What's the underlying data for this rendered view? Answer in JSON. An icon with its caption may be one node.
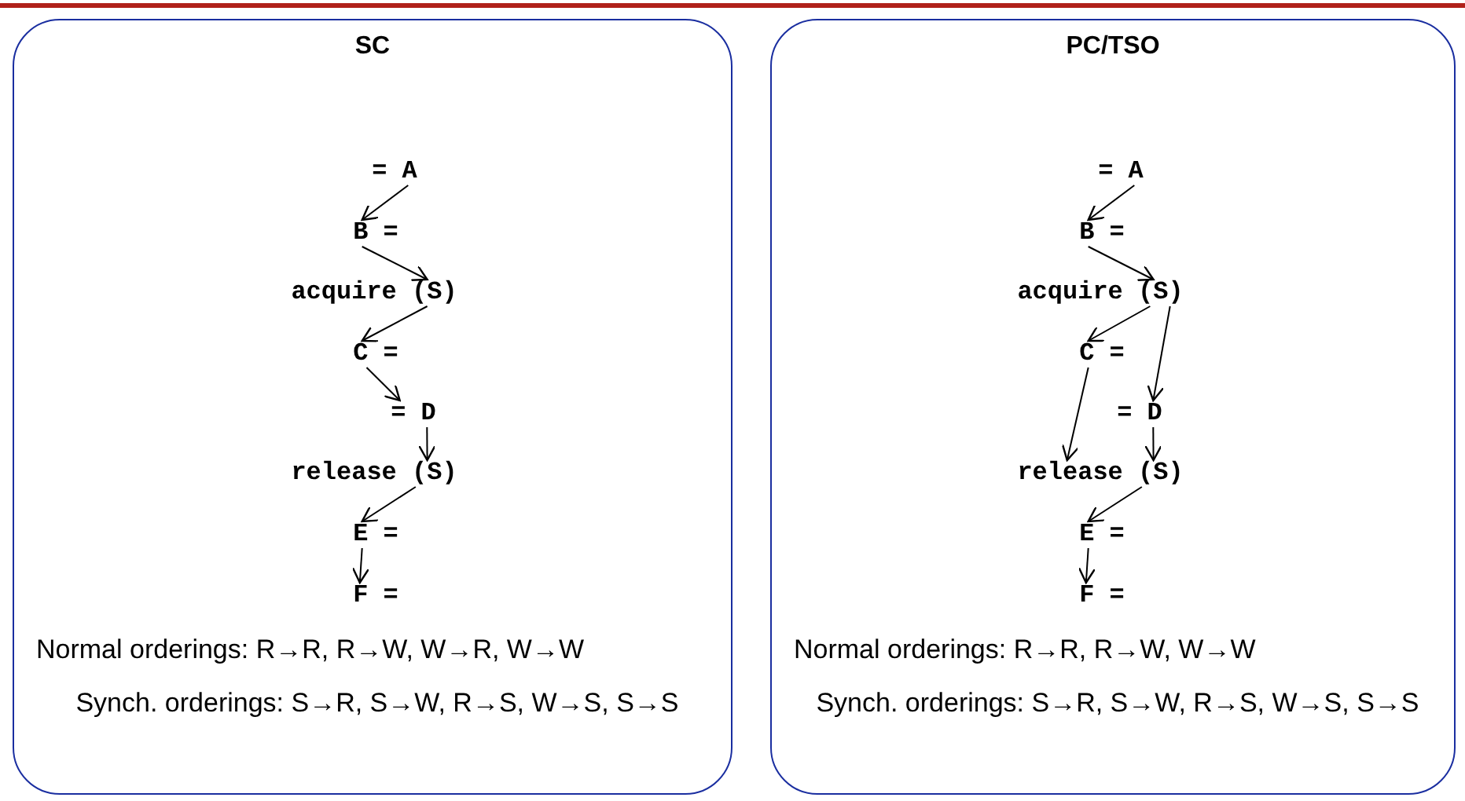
{
  "diagram": {
    "nodes": [
      {
        "text": [
          "SC",
          "Normal orderings: R→R, R→W, W→R, W→W",
          "Synch. orderings: S→R, S→W, R→S, W→S, S→S"
        ]
      },
      {
        "text": [
          "= A"
        ],
        "in": 0
      },
      {
        "text": [
          "B ="
        ],
        "in": 0
      },
      {
        "text": [
          "acquire (S)"
        ],
        "in": 0
      },
      {
        "text": [
          "C ="
        ],
        "in": 0
      },
      {
        "text": [
          "= D"
        ],
        "in": 0
      },
      {
        "text": [
          "release (S)"
        ],
        "in": 0
      },
      {
        "text": [
          "E ="
        ],
        "in": 0
      },
      {
        "text": [
          "F ="
        ],
        "in": 0
      },
      {
        "text": [
          "PC/TSO",
          "Normal orderings: R→R, R→W, W→W",
          "Synch. orderings: S→R, S→W, R→S, W→S, S→S"
        ]
      },
      {
        "text": [
          "= A"
        ],
        "in": 9
      },
      {
        "text": [
          "B ="
        ],
        "in": 9
      },
      {
        "text": [
          "acquire (S)"
        ],
        "in": 9
      },
      {
        "text": [
          "C ="
        ],
        "in": 9
      },
      {
        "text": [
          "= D"
        ],
        "in": 9
      },
      {
        "text": [
          "release (S)"
        ],
        "in": 9
      },
      {
        "text": [
          "E ="
        ],
        "in": 9
      },
      {
        "text": [
          "F ="
        ],
        "in": 9
      }
    ],
    "edges": [
      {
        "from": 1,
        "to": 2,
        "arrow": "to"
      },
      {
        "from": 2,
        "to": 3,
        "arrow": "to"
      },
      {
        "from": 3,
        "to": 4,
        "arrow": "to"
      },
      {
        "from": 4,
        "to": 5,
        "arrow": "to"
      },
      {
        "from": 5,
        "to": 6,
        "arrow": "to"
      },
      {
        "from": 6,
        "to": 7,
        "arrow": "to"
      },
      {
        "from": 7,
        "to": 8,
        "arrow": "to"
      },
      {
        "from": 10,
        "to": 11,
        "arrow": "to"
      },
      {
        "from": 11,
        "to": 12,
        "arrow": "to"
      },
      {
        "from": 12,
        "to": 13,
        "arrow": "to"
      },
      {
        "from": 12,
        "to": 14,
        "arrow": "to"
      },
      {
        "from": 13,
        "to": 15,
        "arrow": "to"
      },
      {
        "from": 14,
        "to": 15,
        "arrow": "to"
      },
      {
        "from": 15,
        "to": 16,
        "arrow": "to"
      },
      {
        "from": 16,
        "to": 17,
        "arrow": "to"
      }
    ]
  }
}
